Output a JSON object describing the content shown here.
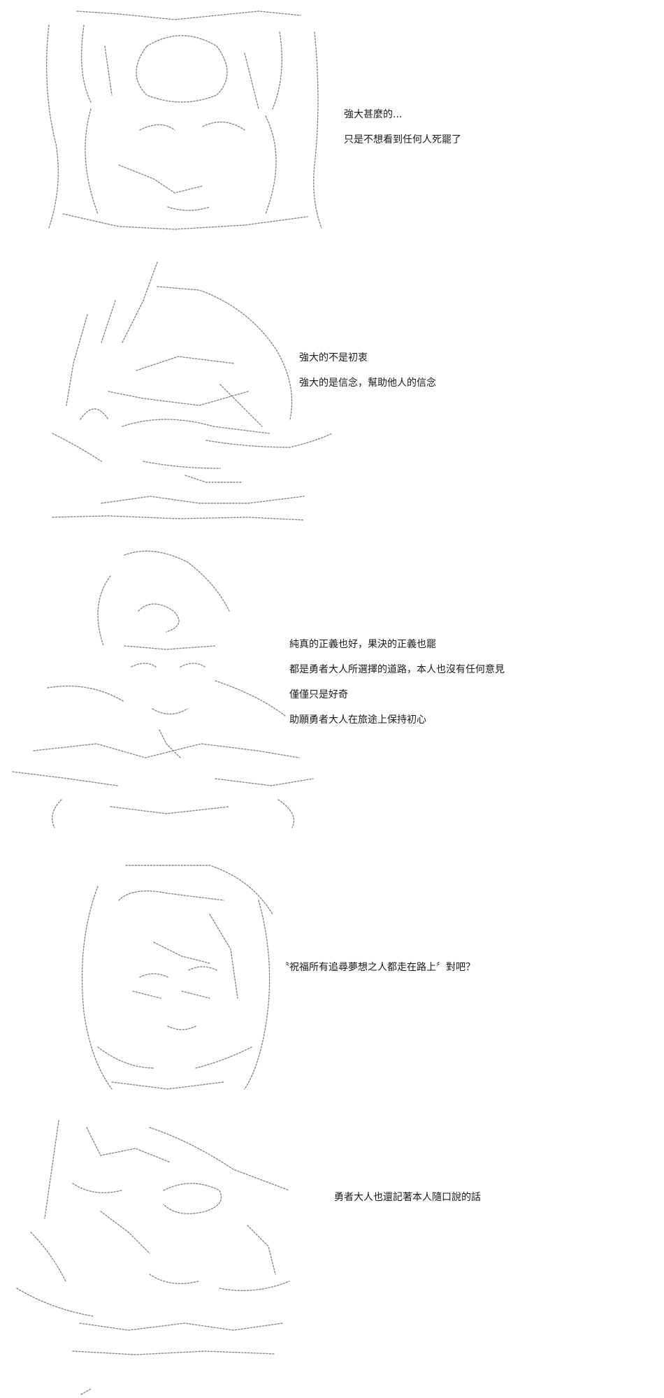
{
  "panels": [
    {
      "lines": [
        "強大甚麼的...",
        "只是不想看到任何人死罷了"
      ]
    },
    {
      "lines": [
        "強大的不是初衷",
        "強大的是信念，幫助他人的信念"
      ]
    },
    {
      "lines": [
        "純真的正義也好，果決的正義也罷",
        "都是勇者大人所選擇的道路，本人也沒有任何意見",
        "僅僅只是好奇",
        "助願勇者大人在旅途上保持初心"
      ]
    },
    {
      "lines": [
        "〝祝福所有追尋夢想之人都走在路上〞對吧？"
      ]
    },
    {
      "lines": [
        "勇者大人也還記著本人隨口說的話"
      ]
    }
  ]
}
